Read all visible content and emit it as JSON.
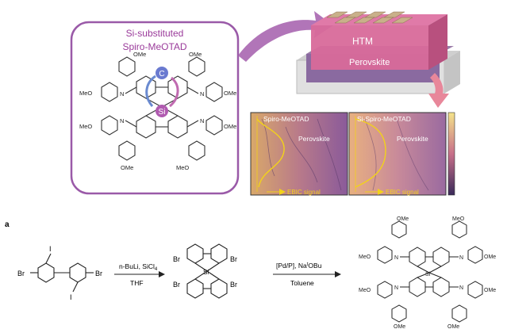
{
  "toc": {
    "box_title_line1": "Si-substituted",
    "box_title_line2": "Spiro-MeOTAD",
    "c_label": "C",
    "si_label": "Si",
    "ome": "OMe",
    "meo": "MeO",
    "n": "N",
    "layers": {
      "htm": "HTM",
      "perovskite": "Perovskite"
    },
    "ebic_panels": [
      {
        "title": "Spiro-MeOTAD",
        "material": "Perovskite",
        "signal": "EBIC signal"
      },
      {
        "title": "Si-Spiro-MeOTAD",
        "material": "Perovskite",
        "signal": "EBIC signal"
      }
    ],
    "colors": {
      "purple": "#9a5aa8",
      "pink_arrow": "#e8879a",
      "htm": "#d86a9a",
      "signal": "#f2d21a"
    }
  },
  "scheme": {
    "panel_label": "a",
    "reactant": {
      "br_left": "Br",
      "br_right": "Br",
      "i_top": "I",
      "i_bottom": "I"
    },
    "step1": {
      "reagents": "n-BuLi, SiCl",
      "reagents_sub": "4",
      "solvent": "THF"
    },
    "intermediate": {
      "br": "Br",
      "si": "Si"
    },
    "step2": {
      "reagents_a": "[Pd/P], Na",
      "reagents_sup": "t",
      "reagents_b": "OBu",
      "solvent": "Toluene"
    },
    "product": {
      "ome": "OMe",
      "meo": "MeO",
      "n": "N",
      "si": "Si"
    }
  }
}
